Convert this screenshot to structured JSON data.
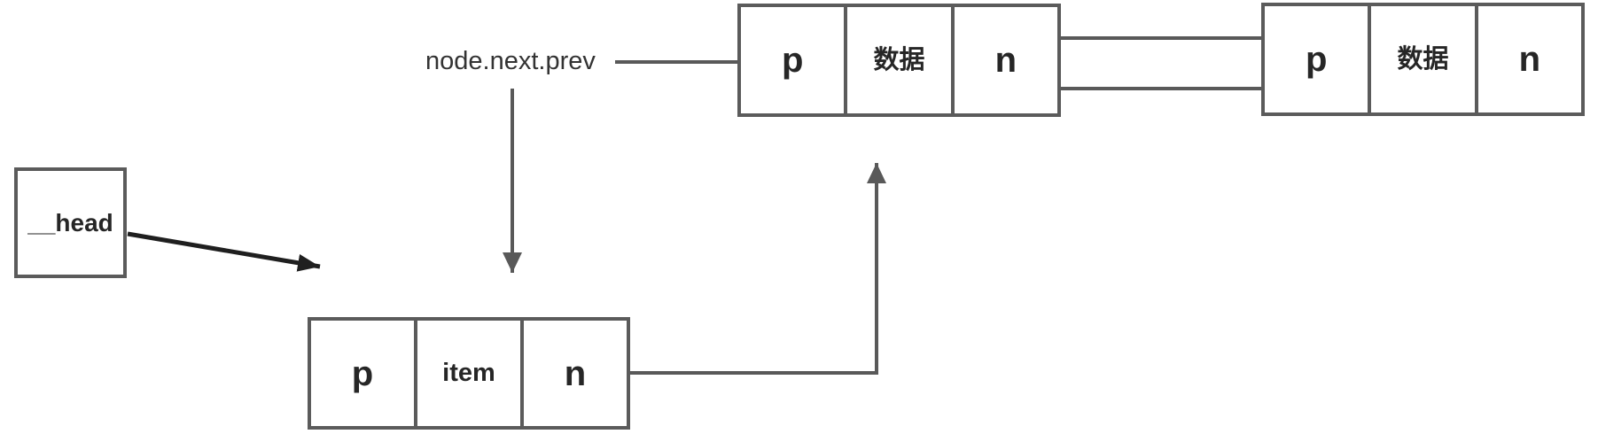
{
  "diagram": {
    "head_label": "__head",
    "pointer_label": "node.next.prev",
    "nodes": [
      {
        "id": "node-a",
        "cells": [
          "p",
          "数据",
          "n"
        ]
      },
      {
        "id": "node-b",
        "cells": [
          "p",
          "数据",
          "n"
        ]
      },
      {
        "id": "node-new",
        "cells": [
          "p",
          "item",
          "n"
        ]
      }
    ],
    "connections": [
      {
        "name": "head-pointer",
        "from": "__head",
        "to": "node-new",
        "style": "black-arrow"
      },
      {
        "name": "label-line",
        "from": "node.next.prev",
        "to": "node-a",
        "style": "plain-line"
      },
      {
        "name": "label-down-arrow",
        "from": "node.next.prev",
        "to": "node-new",
        "style": "gray-arrow"
      },
      {
        "name": "node-a-next",
        "from": "node-a.n",
        "to": "node-b.p",
        "style": "dot-gray-arrow"
      },
      {
        "name": "node-b-prev",
        "from": "node-b.p",
        "to": "node-a.n",
        "style": "dot-gray-arrow"
      },
      {
        "name": "node-new-next",
        "from": "node-new.n",
        "to": "node-a",
        "style": "gray-elbow-arrow"
      }
    ],
    "colors": {
      "background": "#ffffff",
      "box_border": "#5b5b5b",
      "gray_arrow": "#595959",
      "black_arrow": "#1f1f1f",
      "cell_text": "#262626",
      "label_text": "#333333"
    }
  }
}
